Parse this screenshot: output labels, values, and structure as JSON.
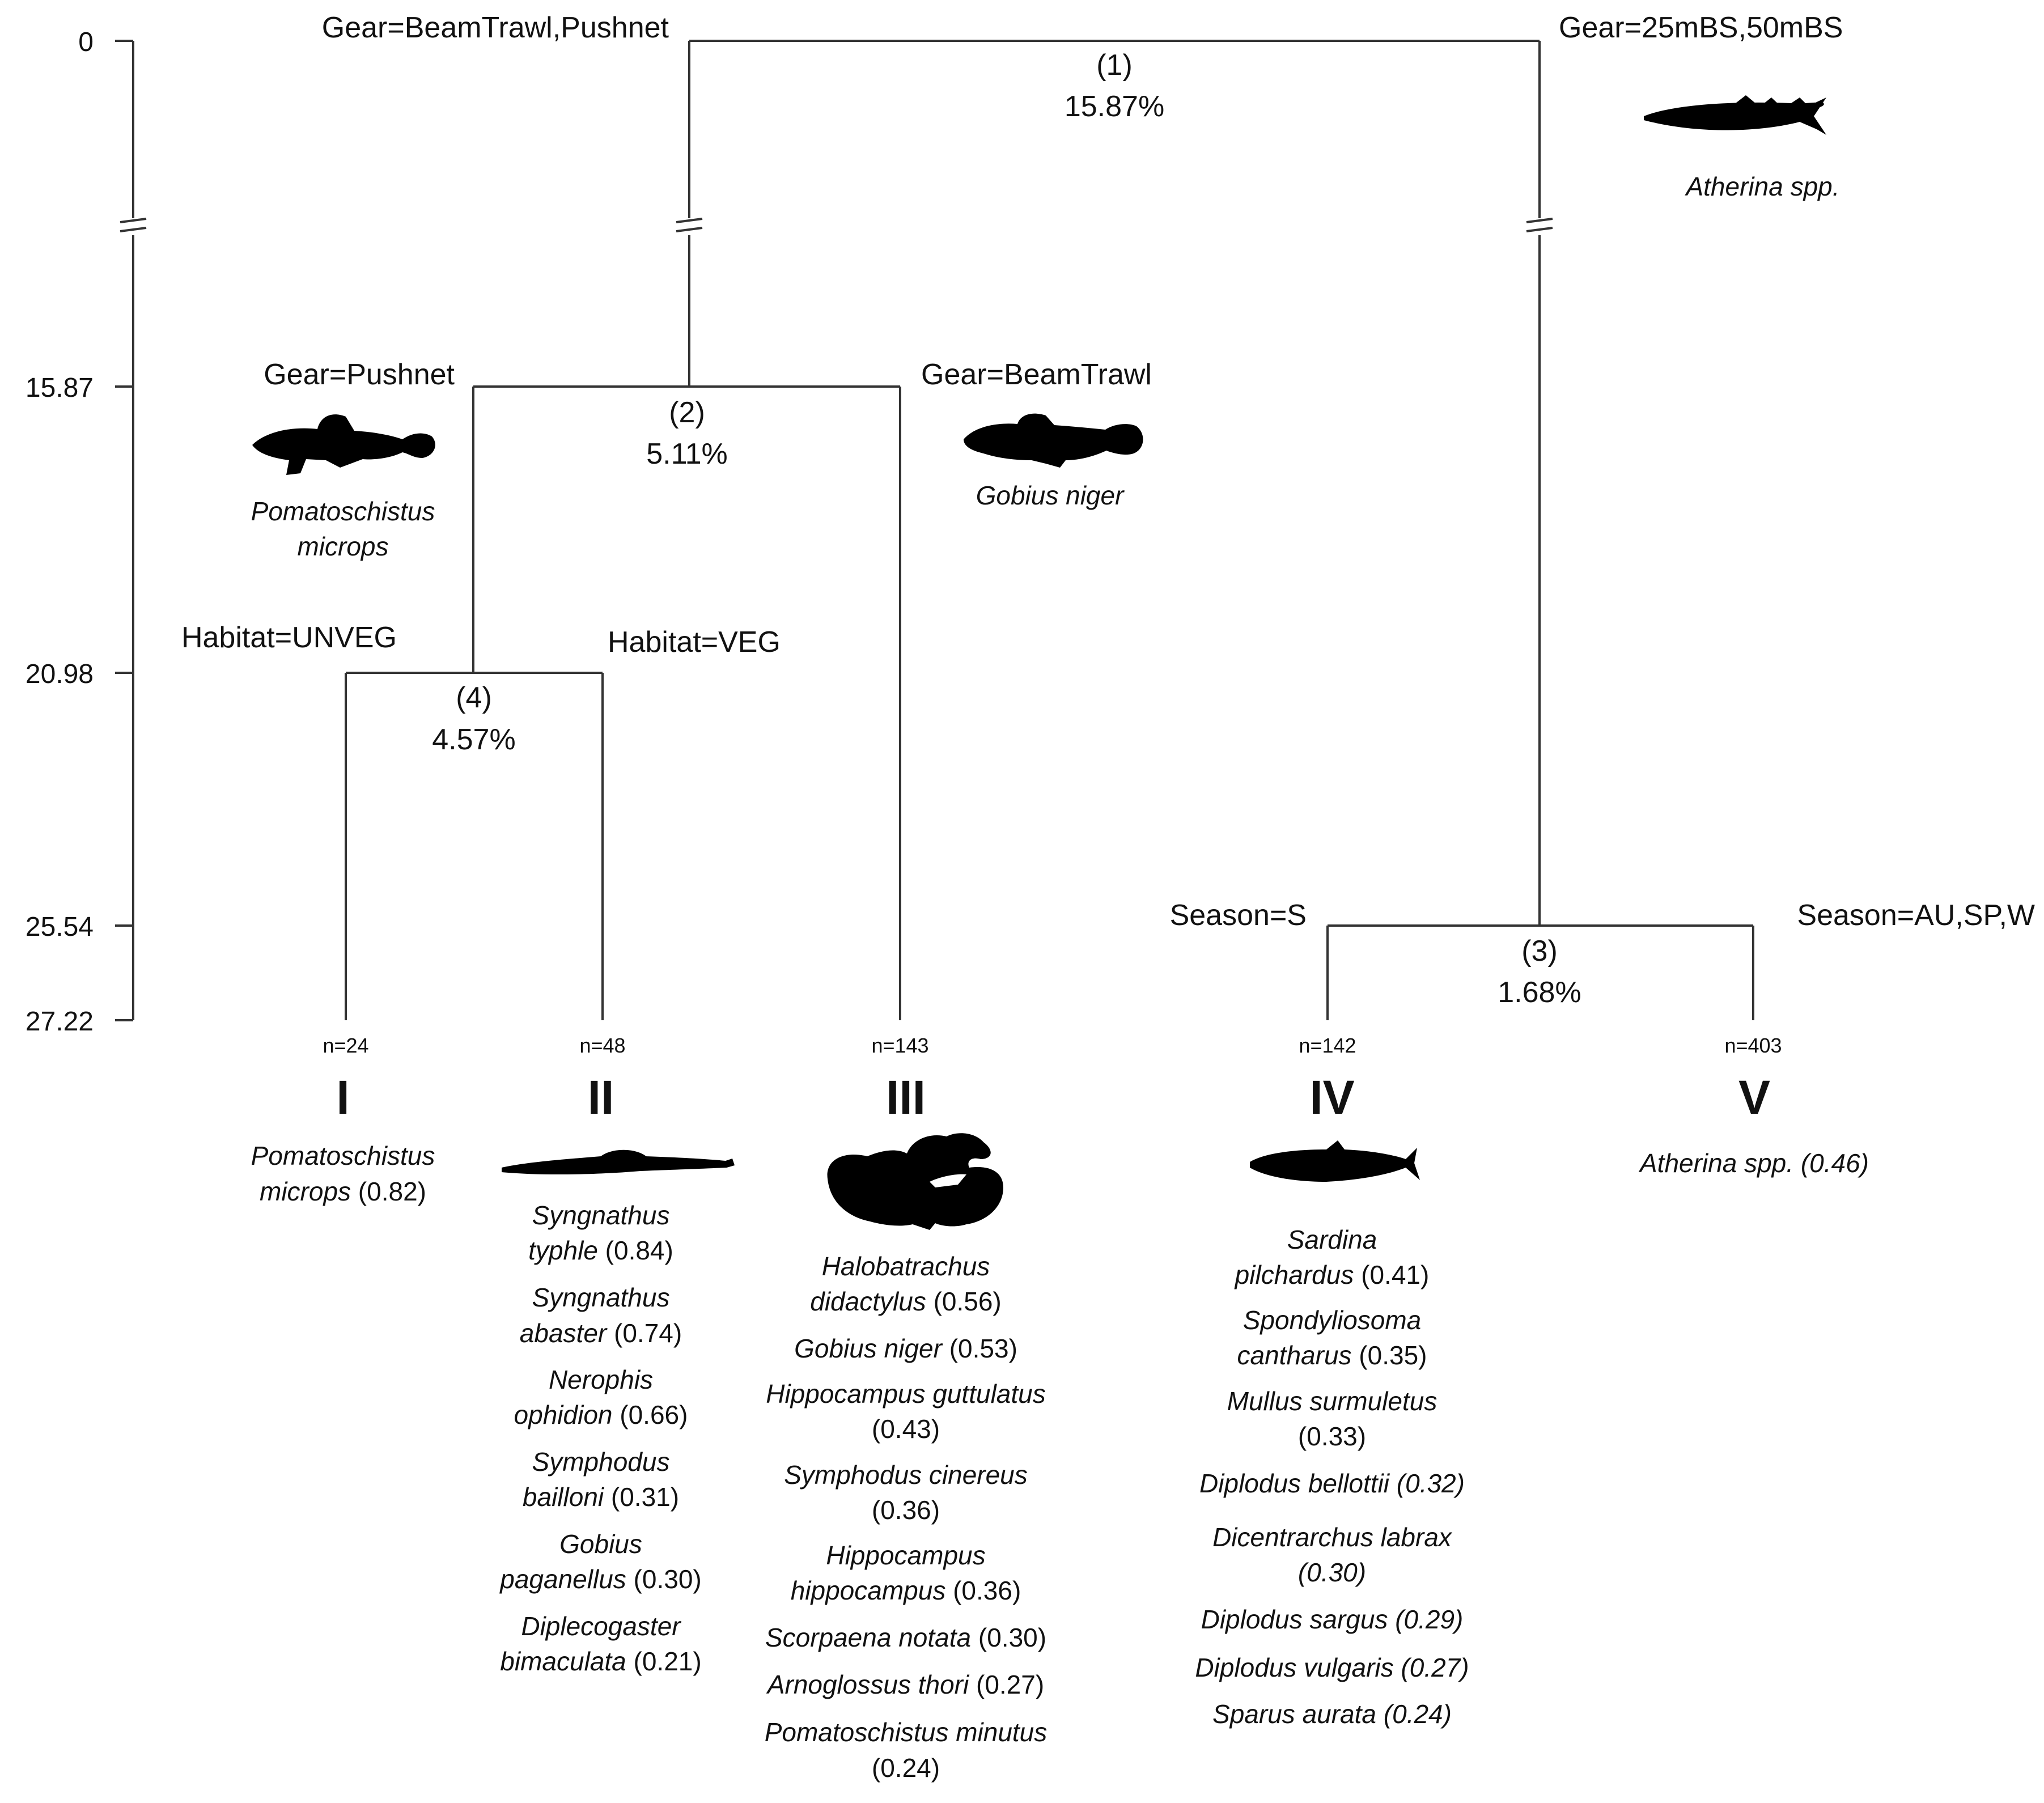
{
  "y_axis": {
    "ticks": [
      "0",
      "15.87",
      "20.98",
      "25.54",
      "27.22"
    ]
  },
  "splits": [
    {
      "id": "split-1",
      "node_label": "(1)",
      "variance": "15.87%",
      "left_condition": "Gear=BeamTrawl,Pushnet",
      "right_condition": "Gear=25mBS,50mBS"
    },
    {
      "id": "split-2",
      "node_label": "(2)",
      "variance": "5.11%",
      "left_condition": "Gear=Pushnet",
      "right_condition": "Gear=BeamTrawl"
    },
    {
      "id": "split-3",
      "node_label": "(3)",
      "variance": "1.68%",
      "left_condition": "Season=S",
      "right_condition": "Season=AU,SP,W"
    },
    {
      "id": "split-4",
      "node_label": "(4)",
      "variance": "4.57%",
      "left_condition": "Habitat=UNVEG",
      "right_condition": "Habitat=VEG"
    }
  ],
  "split_species": {
    "right_1": "Atherina spp.",
    "left_2": [
      "Pomatoschistus",
      "microps"
    ],
    "right_2": "Gobius niger"
  },
  "groups": [
    {
      "id": "I",
      "label": "I",
      "n": "n=24",
      "species": [
        {
          "parts": [
            [
              "Pomatoschistus",
              "it"
            ]
          ]
        },
        {
          "parts": [
            [
              "microps",
              "it"
            ],
            [
              " (0.82)",
              ""
            ]
          ]
        }
      ]
    },
    {
      "id": "II",
      "label": "II",
      "n": "n=48",
      "species": [
        {
          "parts": [
            [
              "Syngnathus",
              "it"
            ]
          ]
        },
        {
          "parts": [
            [
              "typhle",
              "it"
            ],
            [
              " (0.84)",
              ""
            ]
          ]
        },
        {
          "parts": [
            [
              "Syngnathus",
              "it"
            ]
          ]
        },
        {
          "parts": [
            [
              "abaster",
              "it"
            ],
            [
              " (0.74)",
              ""
            ]
          ]
        },
        {
          "parts": [
            [
              "Nerophis",
              "it"
            ]
          ]
        },
        {
          "parts": [
            [
              "ophidion",
              "it"
            ],
            [
              " (0.66)",
              ""
            ]
          ]
        },
        {
          "parts": [
            [
              "Symphodus",
              "it"
            ]
          ]
        },
        {
          "parts": [
            [
              "bailloni",
              "it"
            ],
            [
              " (0.31)",
              ""
            ]
          ]
        },
        {
          "parts": [
            [
              "Gobius",
              "it"
            ]
          ]
        },
        {
          "parts": [
            [
              "paganellus",
              "it"
            ],
            [
              " (0.30)",
              ""
            ]
          ]
        },
        {
          "parts": [
            [
              "Diplecogaster",
              "it"
            ]
          ]
        },
        {
          "parts": [
            [
              "bimaculata",
              "it"
            ],
            [
              " (0.21)",
              ""
            ]
          ]
        }
      ]
    },
    {
      "id": "III",
      "label": "III",
      "n": "n=143",
      "species": [
        {
          "parts": [
            [
              "Halobatrachus",
              "it"
            ]
          ]
        },
        {
          "parts": [
            [
              "didactylus",
              "it"
            ],
            [
              " (0.56)",
              ""
            ]
          ]
        },
        {
          "parts": [
            [
              "Gobius niger",
              "it"
            ],
            [
              " (0.53)",
              ""
            ]
          ]
        },
        {
          "parts": [
            [
              "Hippocampus guttulatus",
              "it"
            ]
          ]
        },
        {
          "parts": [
            [
              "(0.43)",
              ""
            ]
          ]
        },
        {
          "parts": [
            [
              "Symphodus cinereus",
              "it"
            ]
          ]
        },
        {
          "parts": [
            [
              "(0.36)",
              ""
            ]
          ]
        },
        {
          "parts": [
            [
              "Hippocampus",
              "it"
            ]
          ]
        },
        {
          "parts": [
            [
              "hippocampus",
              "it"
            ],
            [
              " (0.36)",
              ""
            ]
          ]
        },
        {
          "parts": [
            [
              "Scorpaena notata",
              "it"
            ],
            [
              " (0.30)",
              ""
            ]
          ]
        },
        {
          "parts": [
            [
              "Arnoglossus thori",
              "it"
            ],
            [
              " (0.27)",
              ""
            ]
          ]
        },
        {
          "parts": [
            [
              "Pomatoschistus minutus",
              "it"
            ]
          ]
        },
        {
          "parts": [
            [
              "(0.24)",
              ""
            ]
          ]
        }
      ]
    },
    {
      "id": "IV",
      "label": "IV",
      "n": "n=142",
      "species": [
        {
          "parts": [
            [
              "Sardina",
              "it"
            ]
          ]
        },
        {
          "parts": [
            [
              "pilchardus",
              "it"
            ],
            [
              " (0.41)",
              ""
            ]
          ]
        },
        {
          "parts": [
            [
              "Spondyliosoma",
              "it"
            ]
          ]
        },
        {
          "parts": [
            [
              "cantharus",
              "it"
            ],
            [
              " (0.35)",
              ""
            ]
          ]
        },
        {
          "parts": [
            [
              "Mullus surmuletus",
              "it"
            ]
          ]
        },
        {
          "parts": [
            [
              "(0.33)",
              ""
            ]
          ]
        },
        {
          "parts": [
            [
              "Diplodus bellottii (0.32)",
              "it"
            ]
          ]
        },
        {
          "parts": [
            [
              "Dicentrarchus labrax",
              "it"
            ]
          ]
        },
        {
          "parts": [
            [
              "(0.30)",
              "it"
            ]
          ]
        },
        {
          "parts": [
            [
              "Diplodus sargus (0.29)",
              "it"
            ]
          ]
        },
        {
          "parts": [
            [
              "Diplodus vulgaris (0.27)",
              "it"
            ]
          ]
        },
        {
          "parts": [
            [
              "Sparus aurata (0.24)",
              "it"
            ]
          ]
        }
      ]
    },
    {
      "id": "V",
      "label": "V",
      "n": "n=403",
      "species": [
        {
          "parts": [
            [
              "Atherina spp. (0.46)",
              "it"
            ]
          ]
        }
      ]
    }
  ],
  "icons": {
    "atherina": "atherina-silhouette-icon",
    "pomatoschistus": "goby-silhouette-icon",
    "gobius": "black-goby-silhouette-icon",
    "syngnathus": "pipefish-silhouette-icon",
    "halobatrachus": "toadfish-silhouette-icon",
    "sardina": "sardine-silhouette-icon"
  }
}
